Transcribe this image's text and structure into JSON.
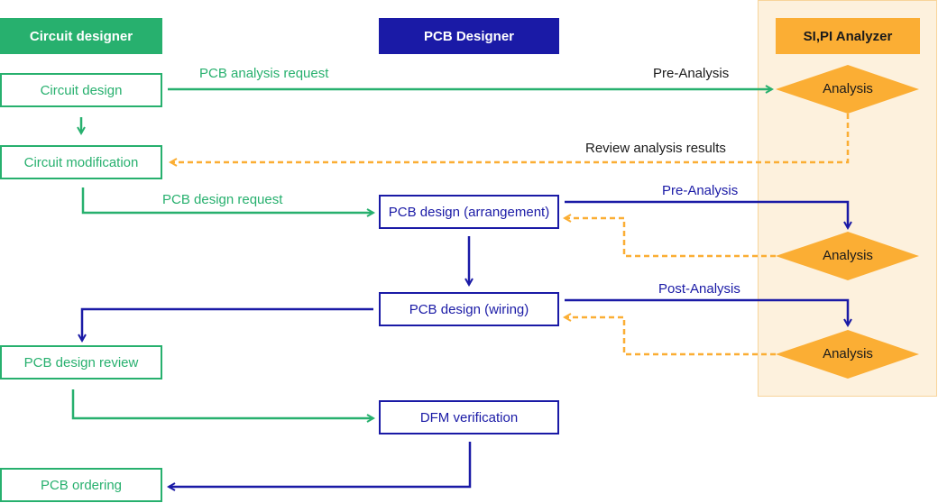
{
  "colors": {
    "green": "#27b06e",
    "navy": "#1a1aa6",
    "orange": "#fbae34",
    "lane_fill": "#fdf1dd"
  },
  "headers": {
    "circuit": "Circuit designer",
    "pcb": "PCB Designer",
    "analyzer": "SI,PI  Analyzer"
  },
  "boxes": {
    "circuit_design": "Circuit design",
    "circuit_modification": "Circuit modification",
    "pcb_arrangement": "PCB design (arrangement)",
    "pcb_wiring": "PCB design (wiring)",
    "pcb_review": "PCB design review",
    "dfm": "DFM verification",
    "pcb_ordering": "PCB ordering"
  },
  "analysis": {
    "a1": "Analysis",
    "a2": "Analysis",
    "a3": "Analysis"
  },
  "labels": {
    "pcb_analysis_request": "PCB analysis request",
    "pre_analysis_1": "Pre-Analysis",
    "review_results": "Review analysis results",
    "pcb_design_request": "PCB design request",
    "pre_analysis_2": "Pre-Analysis",
    "post_analysis": "Post-Analysis"
  }
}
